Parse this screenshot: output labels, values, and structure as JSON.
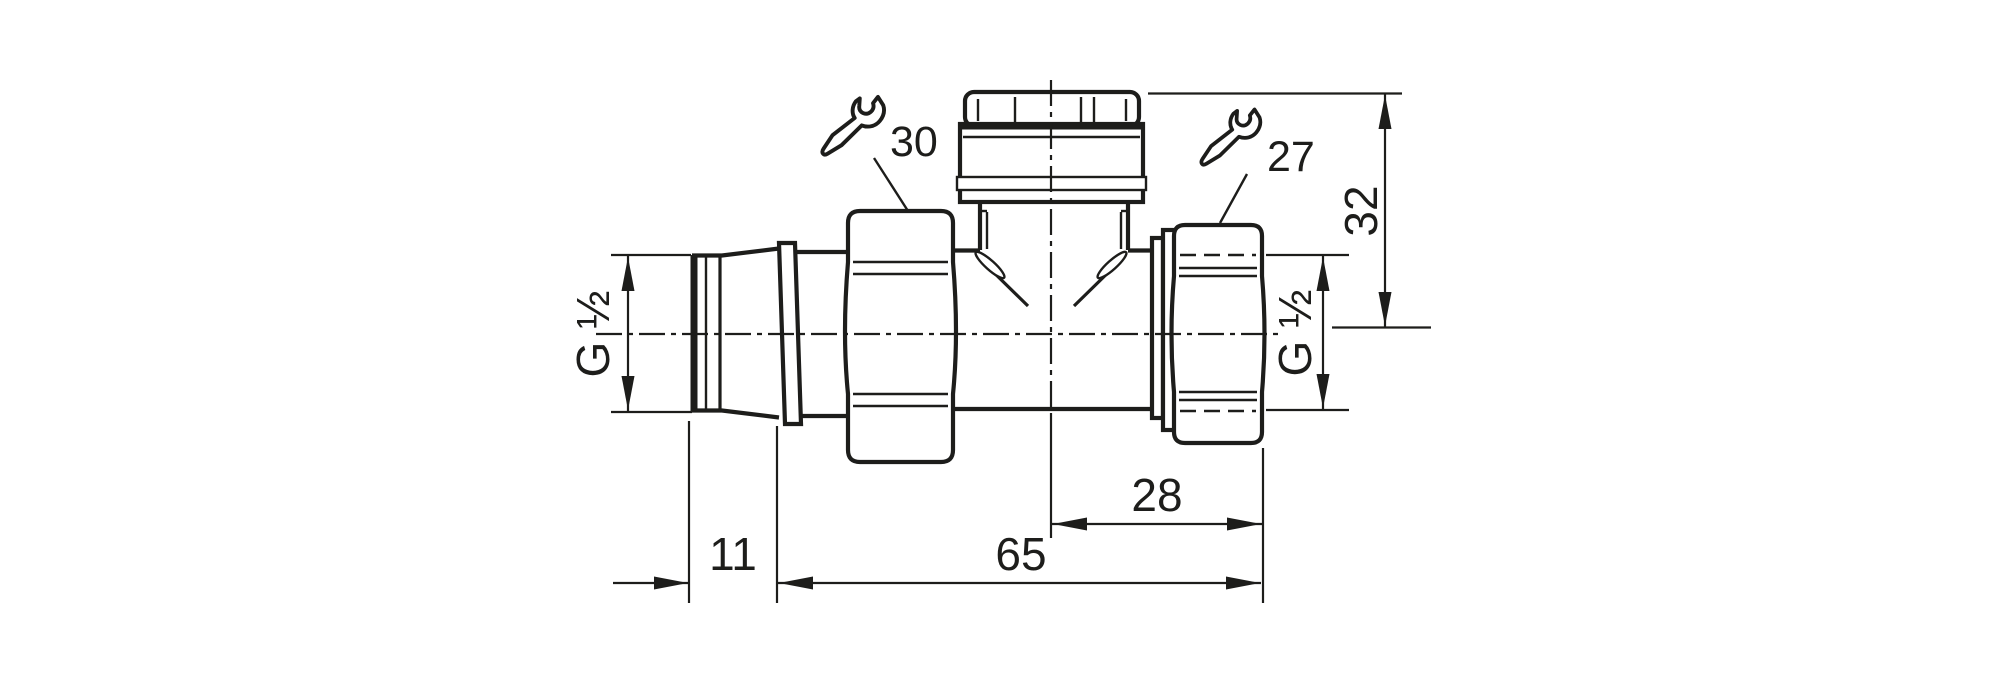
{
  "page": {
    "background": "#ffffff"
  },
  "drawing": {
    "description": "Dimensional drawing of a T-shaped process fitting / valve adapter, side view",
    "line_color": "#1d1d1b",
    "labels": {
      "wrench_left": "30",
      "wrench_right": "27",
      "thread_left": "G ½",
      "thread_right": "G ½",
      "dim_height": "32",
      "dim_right": "28",
      "dim_total": "65",
      "dim_thread": "11"
    },
    "icons": {
      "wrench_left": "wrench-icon",
      "wrench_right": "wrench-icon"
    }
  }
}
